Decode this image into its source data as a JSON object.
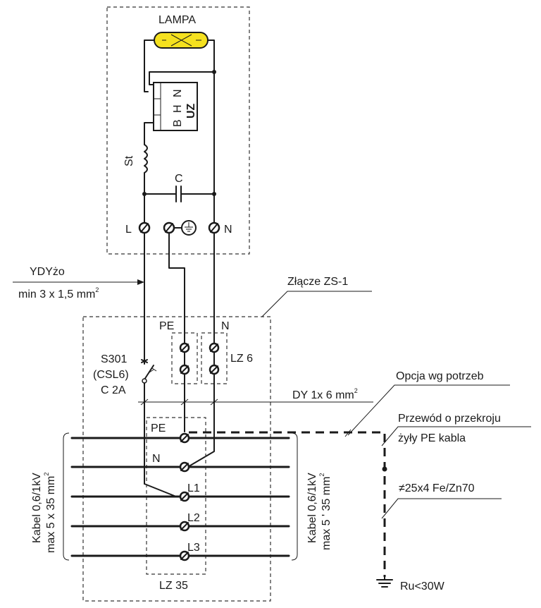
{
  "labels": {
    "lamp": "LAMPA",
    "igniter_b": "B",
    "igniter_h": "H",
    "igniter_n": "N",
    "igniter": "UZ",
    "ballast": "St",
    "capacitor": "C",
    "term_l": "L",
    "term_n": "N",
    "supply_cable": "YDYżo",
    "supply_cable_size": "min 3 x 1,5 mm",
    "supply_cable_size_exp": "2",
    "connector": "Złącze ZS-1",
    "pe_label": "PE",
    "n_label": "N",
    "lz6": "LZ 6",
    "breaker_model": "S301",
    "breaker_type": "(CSL6)",
    "breaker_rating": "C 2A",
    "dy_wire": "DY 1x 6 mm",
    "dy_wire_exp": "2",
    "option": "Opcja wg potrzeb",
    "conductor_line1": "Przewód o przekroju",
    "conductor_line2": "żyły PE kabla",
    "strip": "≠25x4 Fe/Zn70",
    "bus_pe": "PE",
    "bus_n": "N",
    "bus_l1": "L1",
    "bus_l2": "L2",
    "bus_l3": "L3",
    "lz35": "LZ 35",
    "cable_left": "Kabel 0,6/1kV",
    "cable_left_size": "max 5 x 35 mm",
    "cable_left_exp": "2",
    "cable_right": "Kabel 0,6/1kV",
    "cable_right_size": "max 5 ' 35 mm",
    "cable_right_exp": "2",
    "earth_res": "Ru<30W"
  },
  "colors": {
    "lamp_fill": "#f5e11f",
    "line": "#1a1a1a"
  },
  "icons": [
    "lamp-icon",
    "inductor-icon",
    "capacitor-icon",
    "screw-terminal-icon",
    "ground-symbol-icon",
    "circuit-breaker-icon",
    "earth-electrode-icon"
  ]
}
